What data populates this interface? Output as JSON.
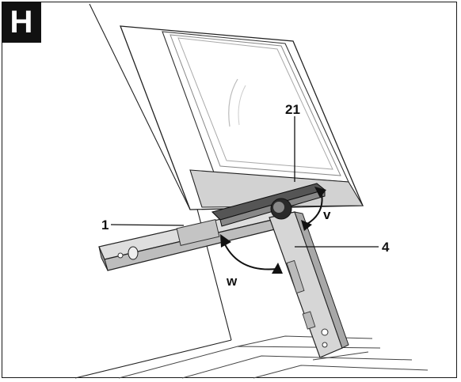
{
  "figure": {
    "badge": "H",
    "labels": {
      "part_21": "21",
      "part_1": "1",
      "part_4": "4",
      "angle_v": "v",
      "angle_w": "w"
    }
  }
}
